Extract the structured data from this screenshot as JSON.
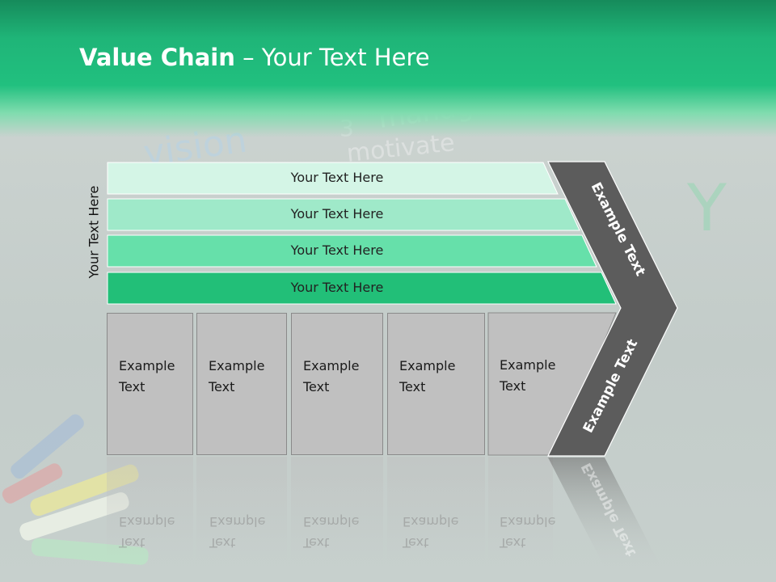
{
  "slide": {
    "title_bold": "Value Chain",
    "title_rest": " – Your Text Here",
    "side_label": "Your Text Here",
    "bands": [
      {
        "label": "Your Text Here",
        "color": "#d4f5e6"
      },
      {
        "label": "Your Text Here",
        "color": "#9fe9c9"
      },
      {
        "label": "Your Text Here",
        "color": "#66e0aa"
      },
      {
        "label": "Your Text Here",
        "color": "#22bf78"
      }
    ],
    "columns": [
      {
        "line1": "Example",
        "line2": "Text"
      },
      {
        "line1": "Example",
        "line2": "Text"
      },
      {
        "line1": "Example",
        "line2": "Text"
      },
      {
        "line1": "Example",
        "line2": "Text"
      },
      {
        "line1": "Example",
        "line2": "Text"
      }
    ],
    "chevron_top": "Example Text",
    "chevron_bottom": "Example Text",
    "chevron_color": "#5c5c5c",
    "background_words": [
      "vision",
      "manage",
      "motivate",
      "3",
      "Y"
    ]
  }
}
